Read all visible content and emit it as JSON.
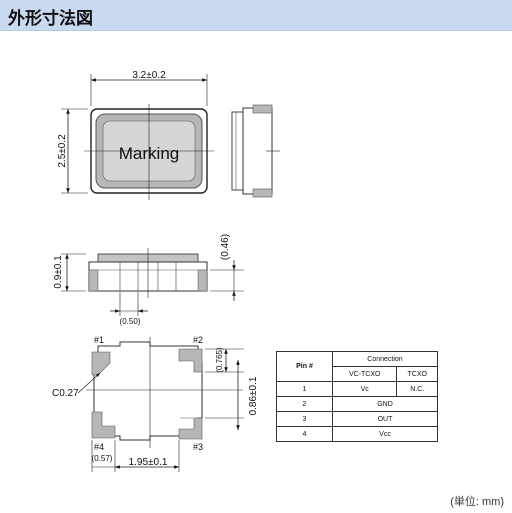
{
  "title": "外形寸法図",
  "unit_note": "(単位: mm)",
  "marking": "Marking",
  "dimensions": {
    "width": "3.2±0.2",
    "length": "2.5±0.2",
    "height": "0.9±0.1",
    "lid_height": "(0.46)",
    "lid_gap": "(0.50)",
    "pad_pitch_y": "0.86±0.1",
    "pad_height": "(0.765)",
    "chamfer": "C0.27",
    "pad_width": "(0.57)",
    "pad_pitch_x": "1.95±0.1"
  },
  "pins": {
    "p1": "#1",
    "p2": "#2",
    "p3": "#3",
    "p4": "#4"
  },
  "table": {
    "pin_header": "Pin #",
    "connection_header": "Connection",
    "col_vctcxo": "VC-TCXO",
    "col_tcxo": "TCXO",
    "rows": [
      {
        "pin": "1",
        "vctcxo": "Vc",
        "tcxo": "N.C."
      },
      {
        "pin": "2",
        "both": "GND"
      },
      {
        "pin": "3",
        "both": "OUT"
      },
      {
        "pin": "4",
        "both": "Vcc"
      }
    ]
  }
}
